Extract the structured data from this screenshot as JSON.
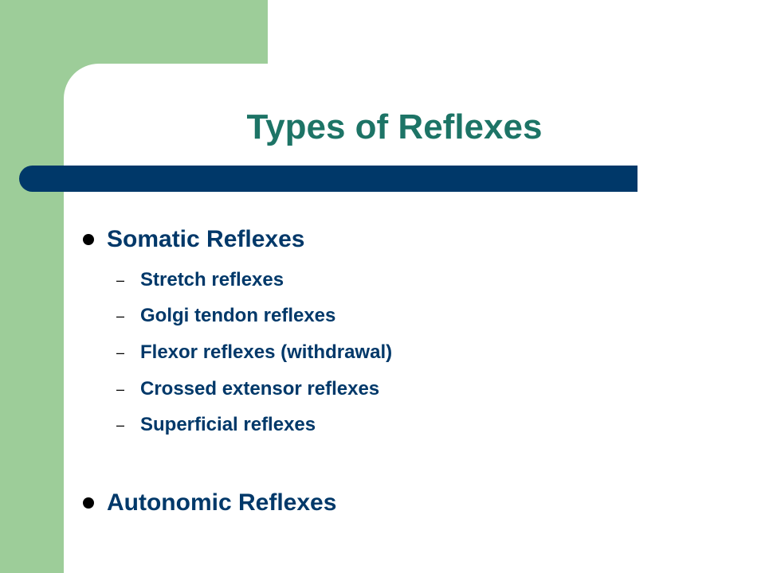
{
  "slide": {
    "title": "Types of Reflexes",
    "bullets": [
      {
        "label": "Somatic Reflexes",
        "subitems": [
          "Stretch reflexes",
          "Golgi tendon reflexes",
          "Flexor reflexes (withdrawal)",
          "Crossed extensor reflexes",
          "Superficial reflexes"
        ]
      },
      {
        "label": "Autonomic Reflexes",
        "subitems": []
      }
    ],
    "sub_marker": "–"
  },
  "colors": {
    "accent_green": "#9dcd99",
    "title_teal": "#1d7466",
    "bar_navy": "#003869",
    "text_navy": "#003869"
  }
}
